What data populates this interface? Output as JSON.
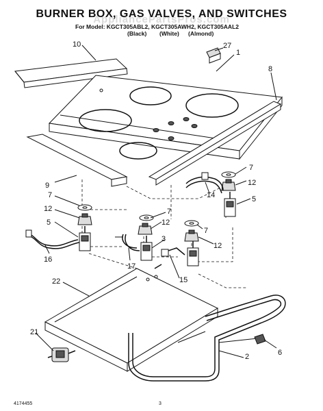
{
  "header": {
    "title": "BURNER BOX, GAS VALVES, AND SWITCHES",
    "watermark": "AppliancePartsPros.com",
    "model_line": "For Model: KGCT305ABL2, KGCT305AWH2, KGCT305AAL2",
    "color_black": "(Black)",
    "color_white": "(White)",
    "color_almond": "(Almond)"
  },
  "callouts": {
    "c1": "1",
    "c2": "2",
    "c3": "3",
    "c5a": "5",
    "c5b": "5",
    "c6": "6",
    "c7a": "7",
    "c7b": "7",
    "c7c": "7",
    "c7d": "7",
    "c8": "8",
    "c9": "9",
    "c10": "10",
    "c12a": "12",
    "c12b": "12",
    "c12c": "12",
    "c12d": "12",
    "c14": "14",
    "c15": "15",
    "c16": "16",
    "c17": "17",
    "c21": "21",
    "c22": "22",
    "c27": "27"
  },
  "footer": {
    "doc_number": "4174455",
    "page_number": "3"
  }
}
